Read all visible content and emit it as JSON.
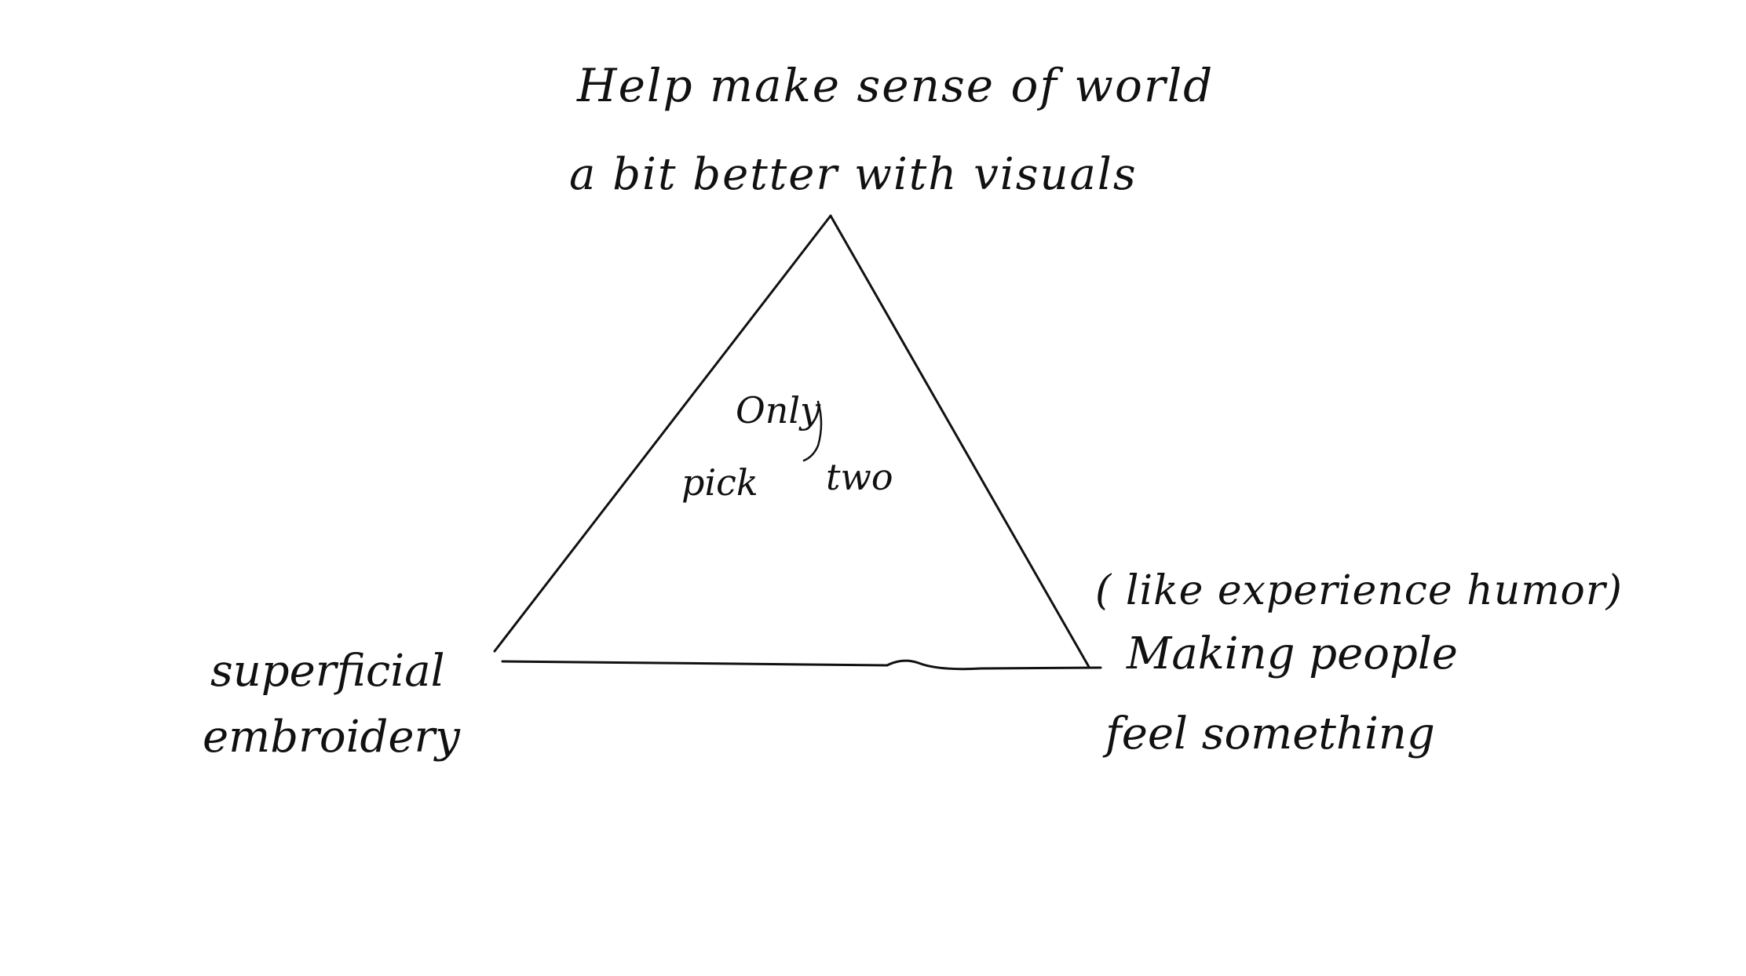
{
  "diagram": {
    "top_label": {
      "line1": "Help make sense of world",
      "line2": "a bit better with visuals"
    },
    "center_label": {
      "word1": "Only",
      "word2": "pick",
      "word3": "two"
    },
    "left_label": {
      "line1": "superficial",
      "line2": "embroidery"
    },
    "right_label": {
      "line1": "( like experience humor)",
      "line2": "Making people",
      "line3": "feel something"
    }
  },
  "colors": {
    "ink": "#111111",
    "paper": "#ffffff"
  }
}
